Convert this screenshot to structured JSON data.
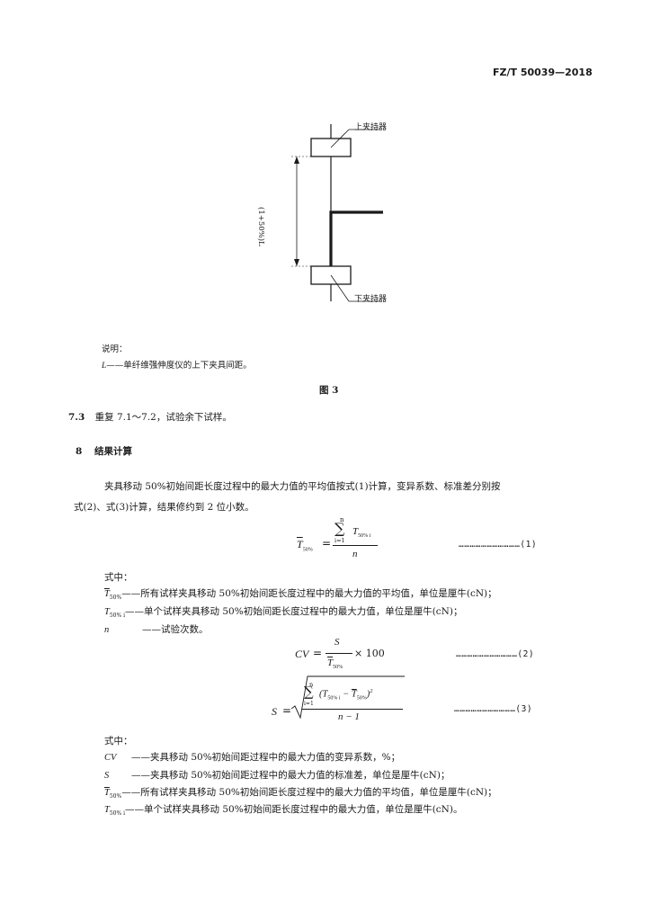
{
  "header": {
    "standard_no": "FZ/T 50039—2018"
  },
  "figure": {
    "label_upper": "上夹持器",
    "label_lower": "下夹持器",
    "dimension_label": "(1+50%)L",
    "legend_title": "说明：",
    "legend_symbol": "L",
    "legend_text": "——单纤维强伸度仪的上下夹具间距。",
    "caption": "图 3"
  },
  "section_7_3": {
    "number": "7.3",
    "text": "重复 7.1～7.2，试验余下试样。"
  },
  "section_8": {
    "number": "8",
    "title": "结果计算"
  },
  "para_intro": {
    "line1": "夹具移动 50%初始间距长度过程中的最大力值的平均值按式(1)计算，变异系数、标准差分别按",
    "line2": "式(2)、式(3)计算，结果修约到 2 位小数。"
  },
  "eq1": {
    "lhs": "T",
    "lhs_sub": "50%",
    "sum_top": "n",
    "sum_bottom": "i=1",
    "sigma": "∑",
    "term": "T",
    "term_sub": "50% i",
    "denominator": "n",
    "eq_sign": "=",
    "dots": "……………………………",
    "number": "(1)"
  },
  "where1": {
    "title": "式中：",
    "items": [
      {
        "symbol": "T",
        "symbol_sub": "50%",
        "overline": true,
        "text": "——所有试样夹具移动 50%初始间距长度过程中的最大力值的平均值，单位是厘牛(cN)；"
      },
      {
        "symbol": "T",
        "symbol_sub": "50% i",
        "overline": false,
        "text": "——单个试样夹具移动 50%初始间距长度过程中的最大力值，单位是厘牛(cN)；"
      },
      {
        "symbol": "n",
        "symbol_sub": "",
        "overline": false,
        "text": "——试验次数。"
      }
    ]
  },
  "eq2": {
    "lhs": "CV",
    "eq_sign": "=",
    "numerator": "S",
    "denominator": "T",
    "denominator_sub": "50%",
    "times": "× 100",
    "dots": "……………………………",
    "number": "(2)"
  },
  "eq3": {
    "lhs": "S",
    "eq_sign": "=",
    "sum_top": "n",
    "sum_bottom": "i=1",
    "sigma": "∑",
    "num_open": "(",
    "num_t": "T",
    "num_t_sub": "50% i",
    "num_minus": " − ",
    "num_tbar": "T",
    "num_tbar_sub": "50%",
    "num_close": ")",
    "num_power": "2",
    "denominator": "n − 1",
    "dots": "……………………………",
    "number": "(3)"
  },
  "where2": {
    "title": "式中：",
    "items": [
      {
        "symbol": "CV",
        "symbol_sub": "",
        "overline": false,
        "text": "——夹具移动 50%初始间距过程中的最大力值的变异系数，%；"
      },
      {
        "symbol": "S",
        "symbol_sub": "",
        "overline": false,
        "text": "——夹具移动 50%初始间距过程中的最大力值的标准差，单位是厘牛(cN)；"
      },
      {
        "symbol": "T",
        "symbol_sub": "50%",
        "overline": true,
        "text": "——所有试样夹具移动 50%初始间距长度过程中的最大力值的平均值，单位是厘牛(cN)；"
      },
      {
        "symbol": "T",
        "symbol_sub": "50% i",
        "overline": false,
        "text": "——单个试样夹具移动 50%初始间距长度过程中的最大力值，单位是厘牛(cN)。"
      }
    ]
  }
}
